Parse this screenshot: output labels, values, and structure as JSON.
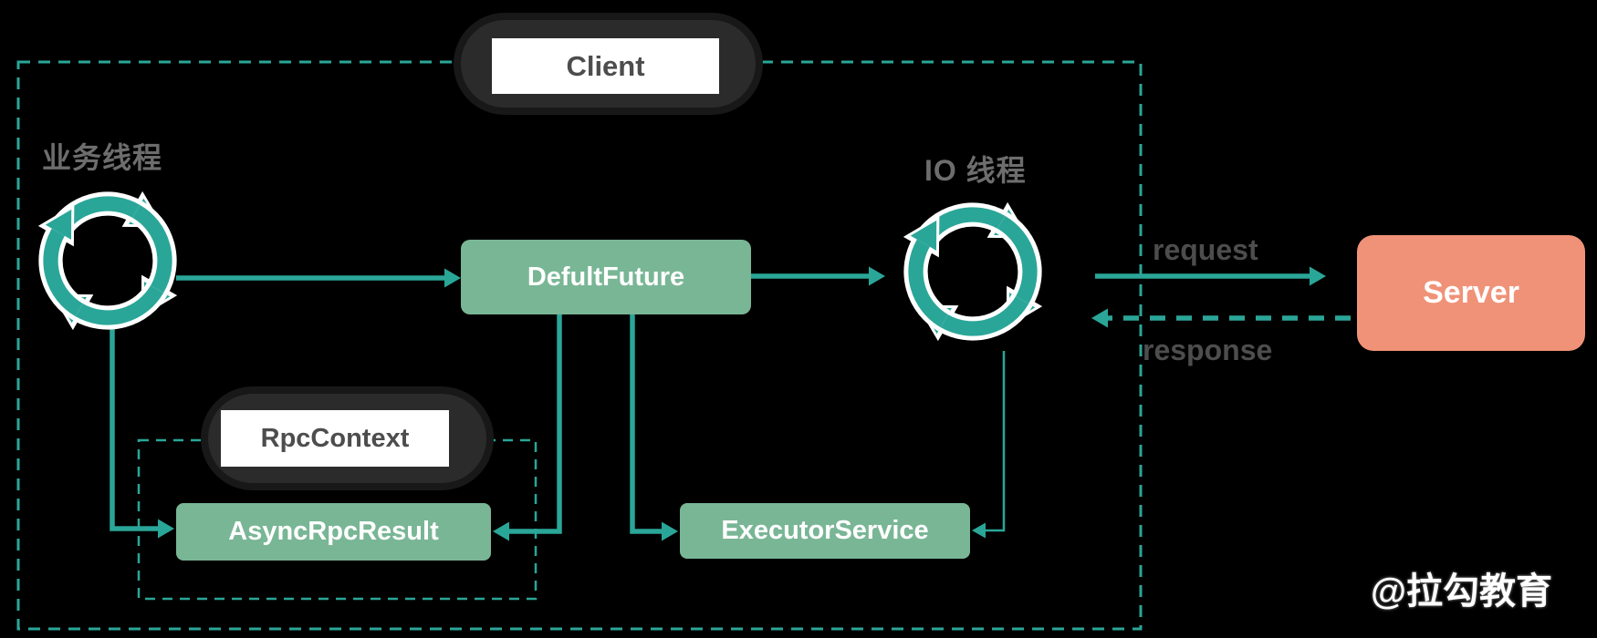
{
  "diagram": {
    "title_labels": {
      "client": "Client",
      "rpc_context": "RpcContext"
    },
    "thread_labels": {
      "business_thread": "业务线程",
      "io_thread": "IO 线程"
    },
    "nodes": {
      "defult_future": "DefultFuture",
      "async_rpc_result": "AsyncRpcResult",
      "executor_service": "ExecutorService",
      "server": "Server"
    },
    "arrow_labels": {
      "request": "request",
      "response": "response"
    },
    "watermark": "@拉勾教育",
    "icons": {
      "business_thread_icon": "loop-arrows-icon",
      "io_thread_icon": "loop-arrows-icon"
    }
  },
  "colors": {
    "teal": "#2aa698",
    "green": "#79b695",
    "salmon": "#f09278",
    "label_text": "#4d4d4d",
    "thread_text": "#6d6d6d",
    "watermark_text": "#ffffff",
    "background": "#000000"
  }
}
